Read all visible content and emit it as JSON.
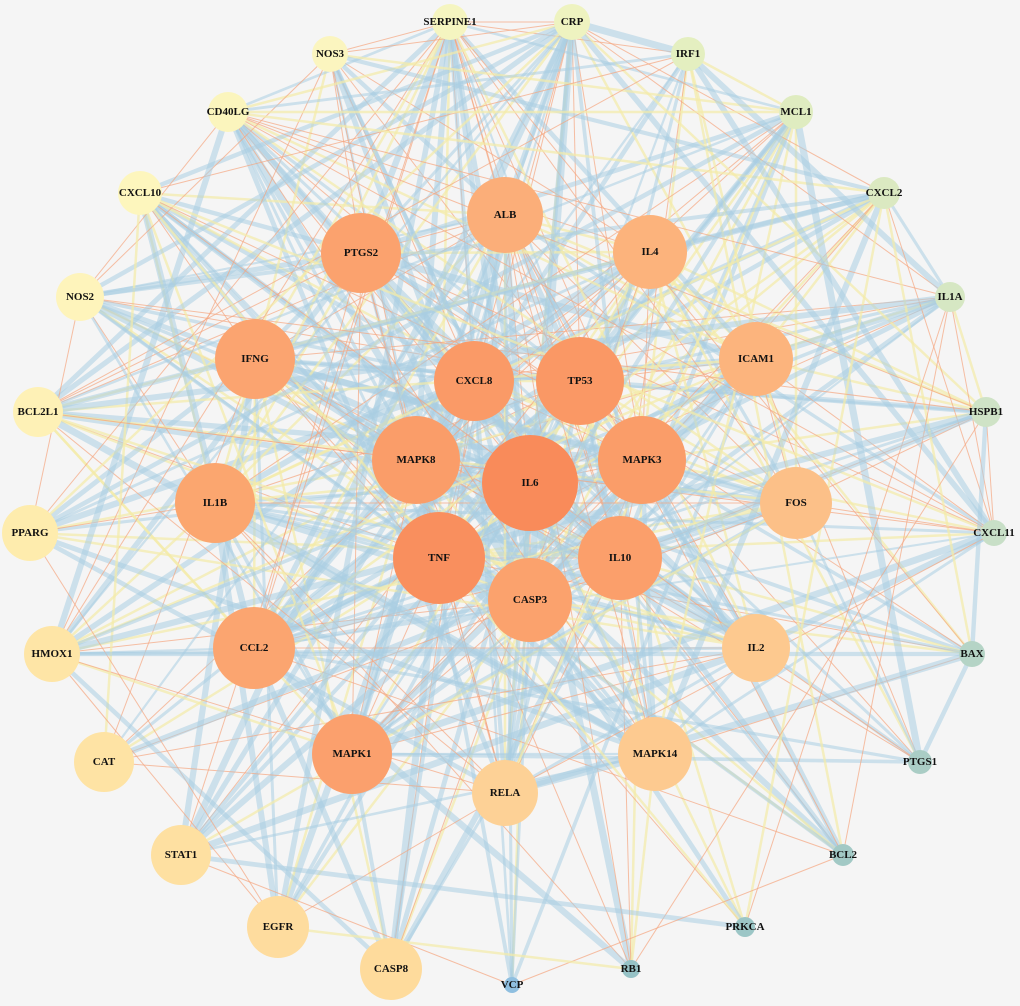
{
  "title": "Protein-protein interaction network",
  "colors": {
    "background": "#f5f5f5",
    "edge_blue": "#a9cde2",
    "edge_orange": "#f5a57f",
    "edge_yellow": "#f3eba8"
  },
  "nodes": [
    {
      "id": "IL6",
      "color": "#f98b5a",
      "degree_rank": 1
    },
    {
      "id": "TNF",
      "color": "#f98f5e",
      "degree_rank": 2
    },
    {
      "id": "TP53",
      "color": "#fa9865",
      "degree_rank": 3
    },
    {
      "id": "CXCL8",
      "color": "#fa9a67",
      "degree_rank": 4
    },
    {
      "id": "MAPK8",
      "color": "#fa9d69",
      "degree_rank": 5
    },
    {
      "id": "MAPK3",
      "color": "#fa9d69",
      "degree_rank": 6
    },
    {
      "id": "IL10",
      "color": "#fb9f6b",
      "degree_rank": 7
    },
    {
      "id": "CASP3",
      "color": "#fba26d",
      "degree_rank": 8
    },
    {
      "id": "ALB",
      "color": "#fbae79",
      "degree_rank": 9
    },
    {
      "id": "PTGS2",
      "color": "#fba26e",
      "degree_rank": 10
    },
    {
      "id": "IL4",
      "color": "#fcb37c",
      "degree_rank": 11
    },
    {
      "id": "IFNG",
      "color": "#fba470",
      "degree_rank": 12
    },
    {
      "id": "ICAM1",
      "color": "#fcb47d",
      "degree_rank": 13
    },
    {
      "id": "IL1B",
      "color": "#fba66f",
      "degree_rank": 14
    },
    {
      "id": "FOS",
      "color": "#fcc088",
      "degree_rank": 15
    },
    {
      "id": "CCL2",
      "color": "#fba570",
      "degree_rank": 16
    },
    {
      "id": "IL2",
      "color": "#fdc98f",
      "degree_rank": 17
    },
    {
      "id": "MAPK1",
      "color": "#fba06d",
      "degree_rank": 18
    },
    {
      "id": "MAPK14",
      "color": "#fdca90",
      "degree_rank": 19
    },
    {
      "id": "RELA",
      "color": "#fdd196",
      "degree_rank": 20
    },
    {
      "id": "SERPINE1",
      "color": "#f5f5c0",
      "degree_rank": 21
    },
    {
      "id": "CRP",
      "color": "#eef3c0",
      "degree_rank": 22
    },
    {
      "id": "NOS3",
      "color": "#fbf5bf",
      "degree_rank": 23
    },
    {
      "id": "IRF1",
      "color": "#e4efc0",
      "degree_rank": 24
    },
    {
      "id": "CD40LG",
      "color": "#fbf5bd",
      "degree_rank": 25
    },
    {
      "id": "MCL1",
      "color": "#dfecc0",
      "degree_rank": 26
    },
    {
      "id": "CXCL10",
      "color": "#fdf6bd",
      "degree_rank": 27
    },
    {
      "id": "CXCL2",
      "color": "#dbe9c1",
      "degree_rank": 28
    },
    {
      "id": "NOS2",
      "color": "#fef4bb",
      "degree_rank": 29
    },
    {
      "id": "IL1A",
      "color": "#d6e7c3",
      "degree_rank": 30
    },
    {
      "id": "BCL2L1",
      "color": "#fef1b6",
      "degree_rank": 31
    },
    {
      "id": "HSPB1",
      "color": "#cfe3c6",
      "degree_rank": 32
    },
    {
      "id": "PPARG",
      "color": "#feecad",
      "degree_rank": 33
    },
    {
      "id": "CXCL11",
      "color": "#c8dfc7",
      "degree_rank": 34
    },
    {
      "id": "HMOX1",
      "color": "#fee5a6",
      "degree_rank": 35
    },
    {
      "id": "BAX",
      "color": "#b5d4c6",
      "degree_rank": 36
    },
    {
      "id": "CAT",
      "color": "#fee3a4",
      "degree_rank": 37
    },
    {
      "id": "PTGS1",
      "color": "#aacdc5",
      "degree_rank": 38
    },
    {
      "id": "STAT1",
      "color": "#fee0a1",
      "degree_rank": 39
    },
    {
      "id": "BCL2",
      "color": "#a2c9c5",
      "degree_rank": 40
    },
    {
      "id": "EGFR",
      "color": "#fedc9e",
      "degree_rank": 41
    },
    {
      "id": "PRKCA",
      "color": "#9cc6c6",
      "degree_rank": 42
    },
    {
      "id": "CASP8",
      "color": "#fedb9c",
      "degree_rank": 43
    },
    {
      "id": "RB1",
      "color": "#96c2c6",
      "degree_rank": 44
    },
    {
      "id": "VCP",
      "color": "#8fbfe0",
      "degree_rank": 45
    }
  ]
}
